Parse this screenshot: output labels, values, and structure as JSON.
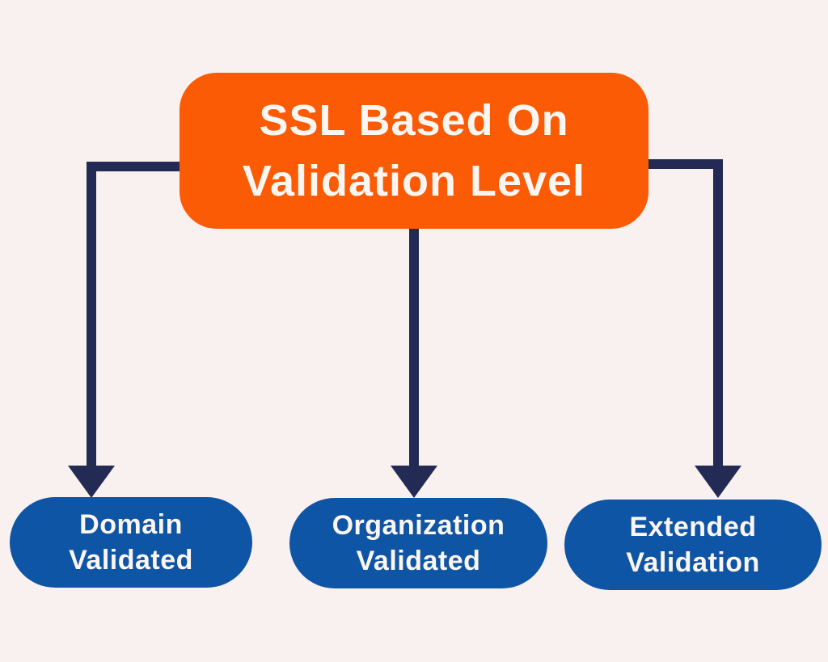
{
  "colors": {
    "background": "#F9F1EF",
    "root_fill": "#FB5B04",
    "node_fill": "#0F55A5",
    "connector": "#232B55",
    "text": "#FCF6F3"
  },
  "diagram": {
    "title": {
      "line1": "SSL Based On",
      "line2": "Validation Level"
    },
    "nodes": [
      {
        "id": "domain-validated",
        "line1": "Domain",
        "line2": "Validated"
      },
      {
        "id": "organization-validated",
        "line1": "Organization",
        "line2": "Validated"
      },
      {
        "id": "extended-validation",
        "line1": "Extended",
        "line2": "Validation"
      }
    ]
  }
}
